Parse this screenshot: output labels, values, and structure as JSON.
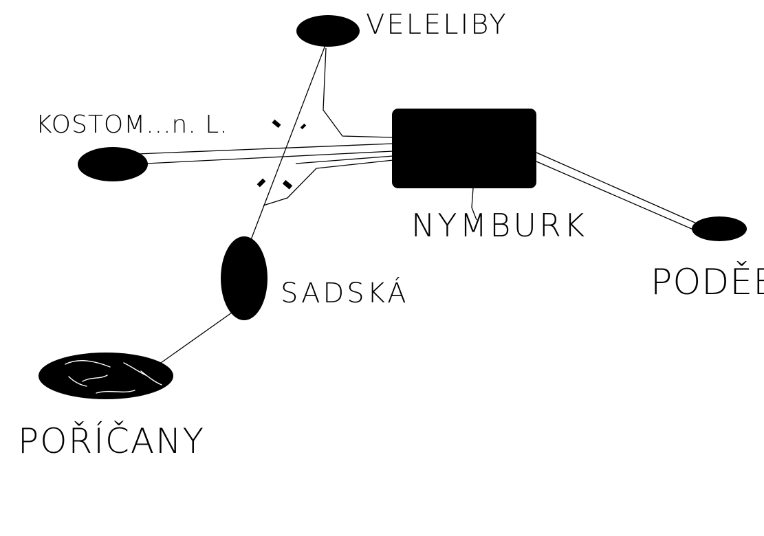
{
  "diagram": {
    "colors": {
      "background": "#ffffff",
      "ink": "#000000"
    },
    "nodes": [
      {
        "id": "veleliby",
        "label": "VELELIBY",
        "shape": "ellipse"
      },
      {
        "id": "kostomlaty",
        "label": "KOSTOM...n. L.",
        "shape": "ellipse"
      },
      {
        "id": "nymburk",
        "label": "NYMBURK",
        "shape": "rect"
      },
      {
        "id": "podebrady",
        "label": "PODĚB.",
        "shape": "ellipse"
      },
      {
        "id": "sadska",
        "label": "SADSKÁ",
        "shape": "ellipse"
      },
      {
        "id": "pricany",
        "label": "POŘÍČANY",
        "shape": "scribble-ellipse"
      }
    ],
    "edges": [
      {
        "from": "veleliby",
        "to": "sadska",
        "track": "single"
      },
      {
        "from": "veleliby",
        "to": "nymburk",
        "track": "single"
      },
      {
        "from": "kostomlaty",
        "to": "nymburk",
        "track": "double"
      },
      {
        "from": "sadska",
        "to": "nymburk",
        "track": "single"
      },
      {
        "from": "nymburk",
        "to": "podebrady",
        "track": "double"
      },
      {
        "from": "sadska",
        "to": "pricany",
        "track": "single"
      }
    ]
  }
}
